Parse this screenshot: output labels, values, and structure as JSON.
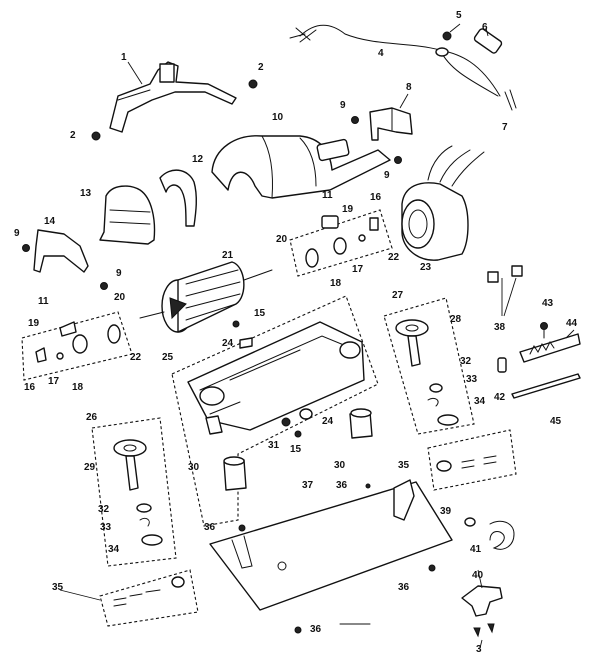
{
  "labels": {
    "l1": "1",
    "l2a": "2",
    "l2b": "2",
    "l3": "3",
    "l4": "4",
    "l5": "5",
    "l6": "6",
    "l7": "7",
    "l8": "8",
    "l9a": "9",
    "l9b": "9",
    "l9c": "9",
    "l9d": "9",
    "l10": "10",
    "l11a": "11",
    "l11b": "11",
    "l12": "12",
    "l13": "13",
    "l14": "14",
    "l15a": "15",
    "l15b": "15",
    "l16a": "16",
    "l16b": "16",
    "l17a": "17",
    "l17b": "17",
    "l18a": "18",
    "l18b": "18",
    "l19a": "19",
    "l19b": "19",
    "l20a": "20",
    "l20b": "20",
    "l21": "21",
    "l22a": "22",
    "l22b": "22",
    "l23": "23",
    "l24a": "24",
    "l24b": "24",
    "l25": "25",
    "l26": "26",
    "l27": "27",
    "l28": "28",
    "l29": "29",
    "l30a": "30",
    "l30b": "30",
    "l31": "31",
    "l32a": "32",
    "l32b": "32",
    "l33a": "33",
    "l33b": "33",
    "l34a": "34",
    "l34b": "34",
    "l35a": "35",
    "l35b": "35",
    "l36a": "36",
    "l36b": "36",
    "l36c": "36",
    "l36d": "36",
    "l37": "37",
    "l38": "38",
    "l39": "39",
    "l40": "40",
    "l41": "41",
    "l42": "42",
    "l43": "43",
    "l44": "44",
    "l45": "45"
  }
}
